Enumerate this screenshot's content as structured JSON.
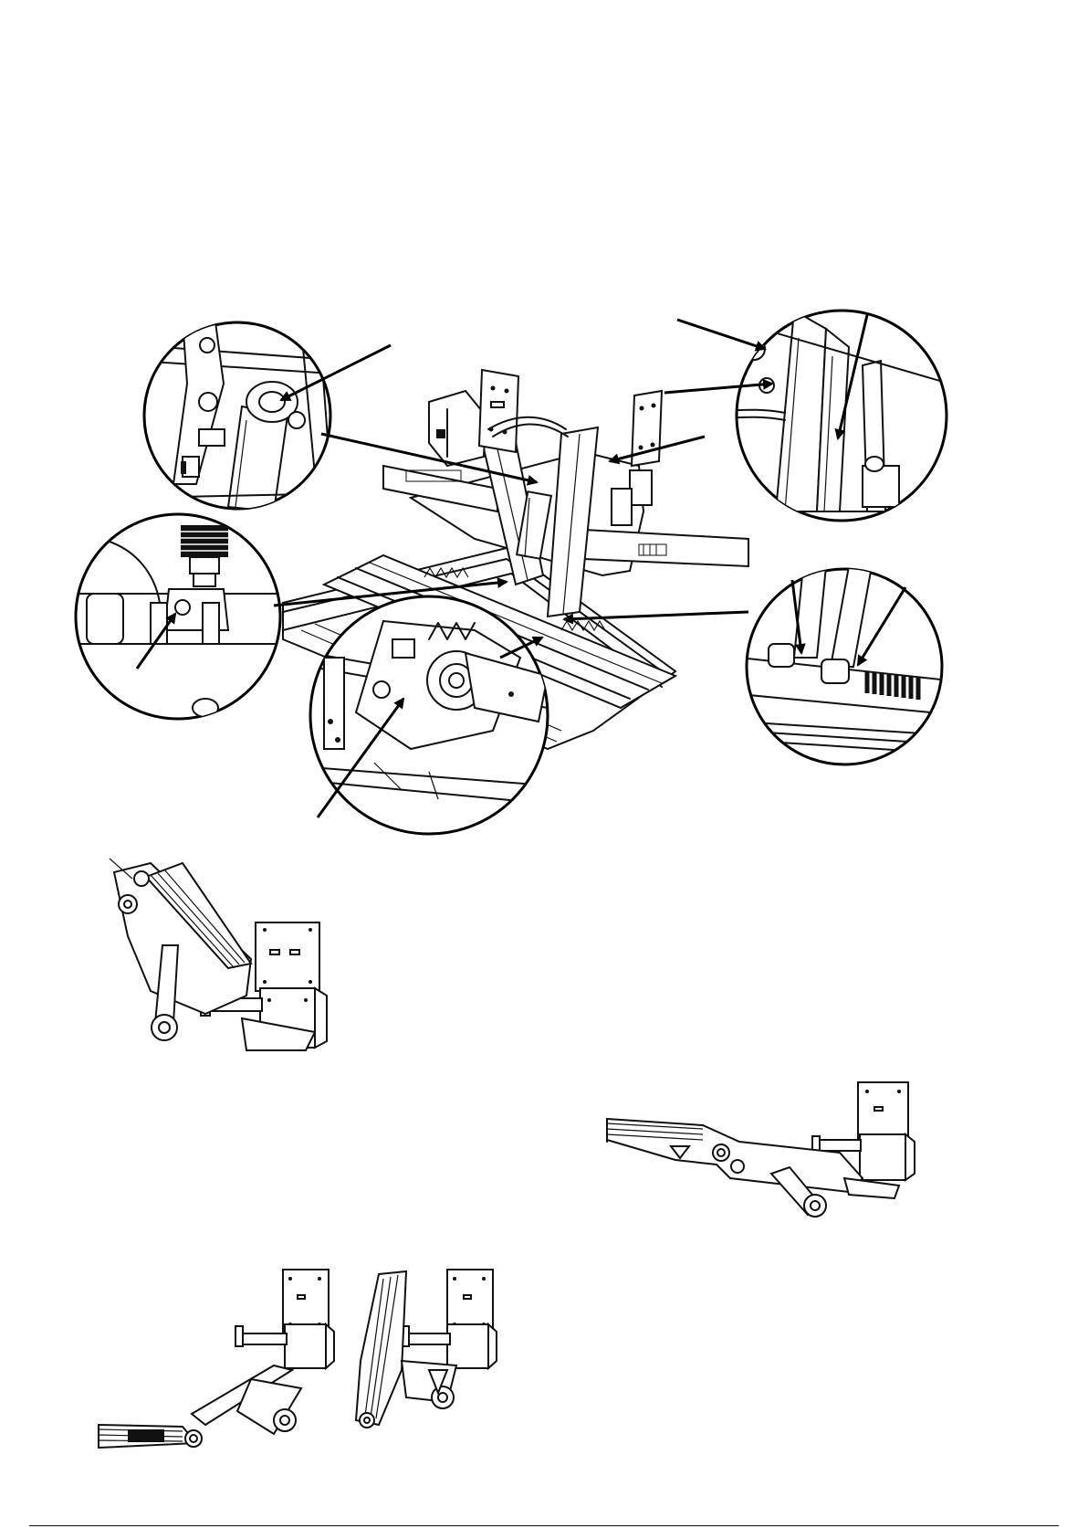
{
  "footer": {
    "page_number": ""
  },
  "diagrams": {
    "main_assembly": "lift-mechanism-exploded-view",
    "detail_callouts": [
      "actuator-mount",
      "upper-pivot-pins",
      "actuator-clevis",
      "lower-pivot-bearing",
      "rail-springs"
    ],
    "side_views": [
      "lift-raised",
      "lift-extended",
      "lift-lowered",
      "lift-folded"
    ]
  }
}
